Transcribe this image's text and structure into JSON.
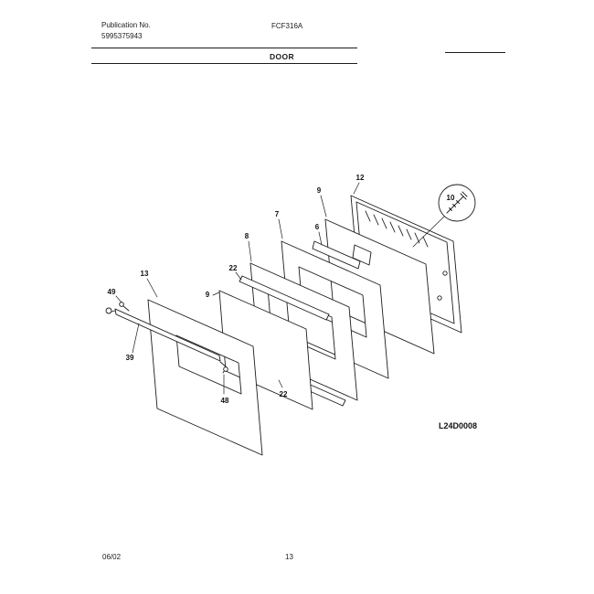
{
  "header": {
    "publication_label": "Publication No.",
    "publication_number": "5995375943",
    "model_number": "FCF316A",
    "section_title": "DOOR"
  },
  "footer": {
    "date": "06/02",
    "page_number": "13"
  },
  "diagram": {
    "type": "exploded-view",
    "diagram_code": "L24D0008",
    "callouts": [
      {
        "label": "49"
      },
      {
        "label": "13"
      },
      {
        "label": "39"
      },
      {
        "label": "48"
      },
      {
        "label": "9"
      },
      {
        "label": "22"
      },
      {
        "label": "8"
      },
      {
        "label": "7"
      },
      {
        "label": "6"
      },
      {
        "label": "9"
      },
      {
        "label": "12"
      },
      {
        "label": "10"
      },
      {
        "label": "22"
      }
    ]
  },
  "colors": {
    "ink": "#1c1c1c",
    "paper": "#ffffff"
  }
}
